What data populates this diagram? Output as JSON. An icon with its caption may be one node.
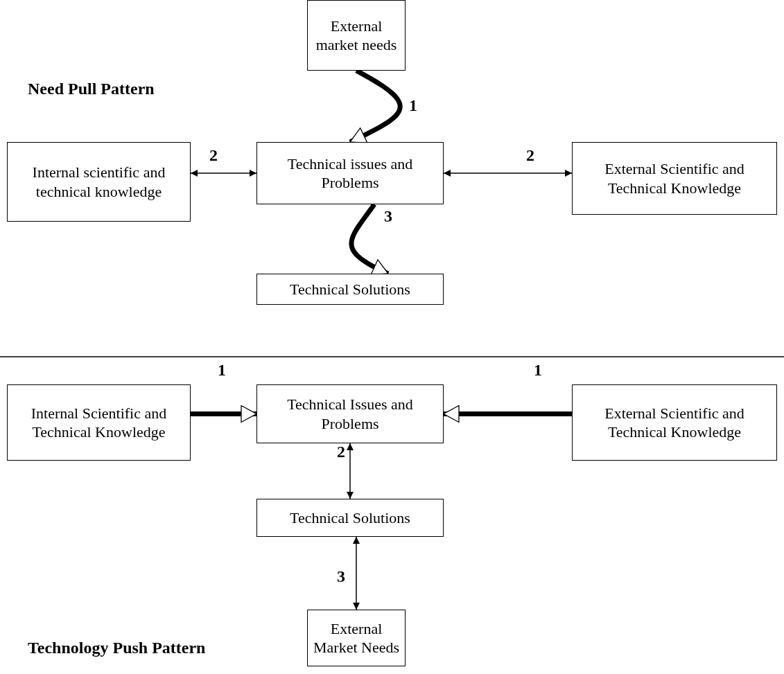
{
  "diagram": {
    "nodes": [
      {
        "text": [
          "External market needs"
        ]
      },
      {
        "text": [
          "Internal scientific and technical knowledge"
        ]
      },
      {
        "text": [
          "Technical issues and Problems"
        ]
      },
      {
        "text": [
          "External Scientific and Technical Knowledge"
        ]
      },
      {
        "text": [
          "Technical Solutions"
        ]
      },
      {
        "text": [
          "Internal Scientific and Technical Knowledge"
        ]
      },
      {
        "text": [
          "Technical Issues and Problems"
        ]
      },
      {
        "text": [
          "External Scientific and Technical Knowledge"
        ]
      },
      {
        "text": [
          "Technical Solutions"
        ]
      },
      {
        "text": [
          "External Market Needs"
        ]
      }
    ],
    "edges": [
      {
        "from": 0,
        "to": 2,
        "arrow": "to",
        "label": "1",
        "style": "thick"
      },
      {
        "from": 1,
        "to": 2,
        "arrow": "both",
        "label": "2"
      },
      {
        "from": 2,
        "to": 3,
        "arrow": "both",
        "label": "2"
      },
      {
        "from": 2,
        "to": 4,
        "arrow": "to",
        "label": "3",
        "style": "thick"
      },
      {
        "from": 5,
        "to": 6,
        "arrow": "to",
        "label": "1",
        "style": "thick"
      },
      {
        "from": 7,
        "to": 6,
        "arrow": "to",
        "label": "1",
        "style": "thick"
      },
      {
        "from": 6,
        "to": 8,
        "arrow": "both",
        "label": "2"
      },
      {
        "from": 8,
        "to": 9,
        "arrow": "both",
        "label": "3"
      }
    ],
    "labels": [
      "Need Pull Pattern",
      "Technology Push Pattern"
    ]
  }
}
